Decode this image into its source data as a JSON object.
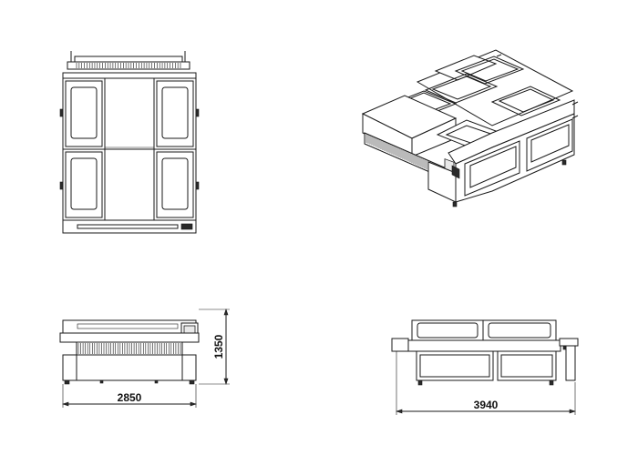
{
  "dimensions": {
    "height": "1350",
    "width_front": "2850",
    "width_side": "3940"
  }
}
